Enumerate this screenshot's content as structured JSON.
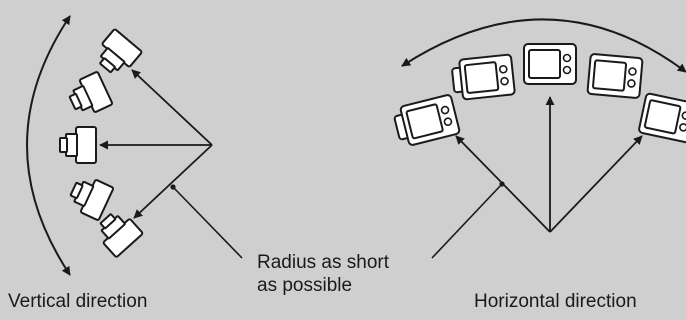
{
  "labels": {
    "vertical": "Vertical direction",
    "horizontal": "Horizontal direction",
    "radius": "Radius as short\nas possible"
  },
  "colors": {
    "background": "#cfcfcf",
    "line": "#1a1a1a",
    "camera_fill": "#ffffff"
  },
  "icons": [
    "camera-icon",
    "arrow-icon"
  ]
}
